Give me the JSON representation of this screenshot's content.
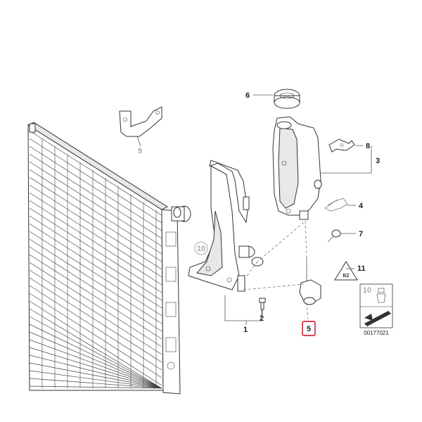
{
  "callouts": {
    "c1": "1",
    "c2": "2",
    "c3": "3",
    "c4": "4",
    "c5": "5",
    "c6": "6",
    "c7": "7",
    "c8": "8",
    "c9": "9",
    "c10": "10",
    "c11": "11"
  },
  "reference_box": {
    "part_number": "10",
    "code": "00177021"
  },
  "colors": {
    "highlight": "#d0021b",
    "line": "#333333",
    "muted": "#aaaaaa"
  }
}
